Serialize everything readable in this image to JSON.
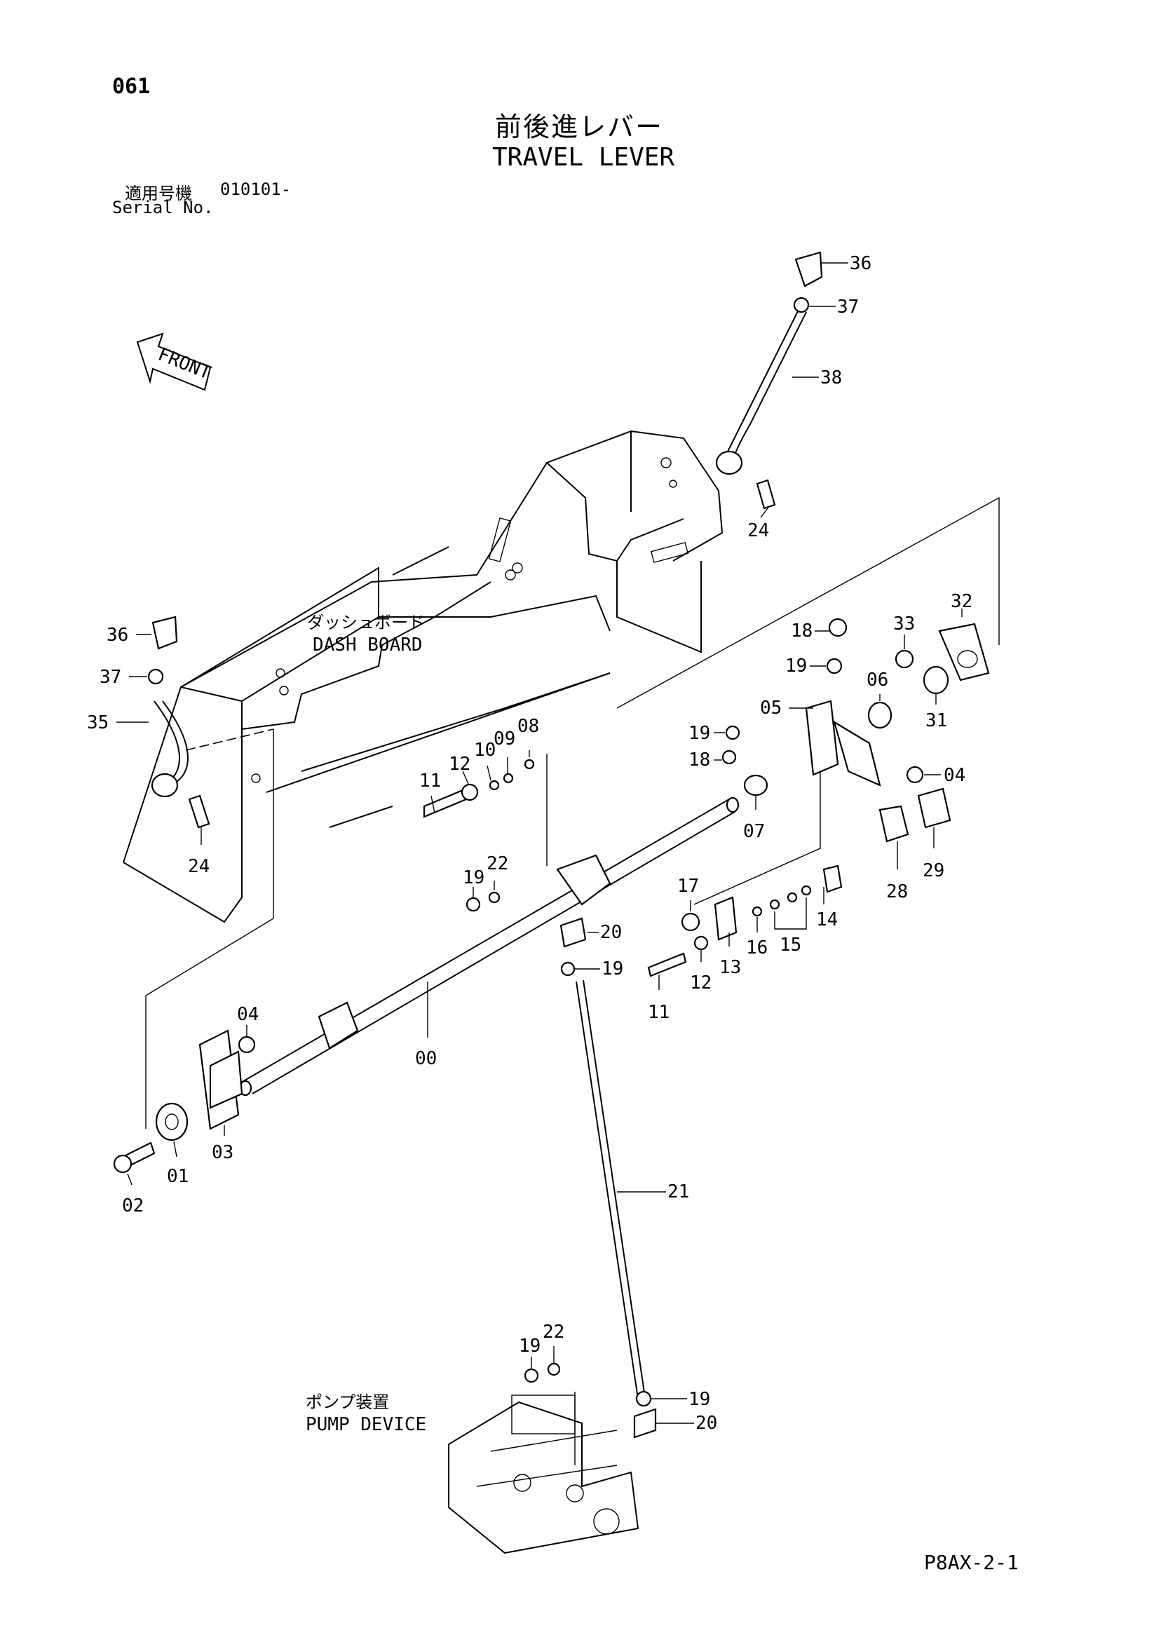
{
  "header": {
    "page_number": "061",
    "title_jp": "前後進レバー",
    "title_en": "TRAVEL LEVER",
    "serial_jp": "適用号機",
    "serial_value": "010101-",
    "serial_en": "Serial No."
  },
  "footer": {
    "doc_code": "P8AX-2-1"
  },
  "labels": {
    "front": "FRONT",
    "dash_board_jp": "ダッシュボード",
    "dash_board_en": "DASH BOARD",
    "pump_device_jp": "ポンプ装置",
    "pump_device_en": "PUMP DEVICE"
  },
  "callouts": [
    "36",
    "37",
    "38",
    "24",
    "36",
    "37",
    "35",
    "24",
    "18",
    "19",
    "33",
    "32",
    "06",
    "31",
    "05",
    "19",
    "18",
    "04",
    "07",
    "29",
    "28",
    "11",
    "12",
    "10",
    "09",
    "08",
    "19",
    "22",
    "20",
    "19",
    "17",
    "16",
    "15",
    "14",
    "13",
    "12",
    "11",
    "04",
    "00",
    "03",
    "01",
    "02",
    "21",
    "22",
    "19",
    "19",
    "20"
  ]
}
